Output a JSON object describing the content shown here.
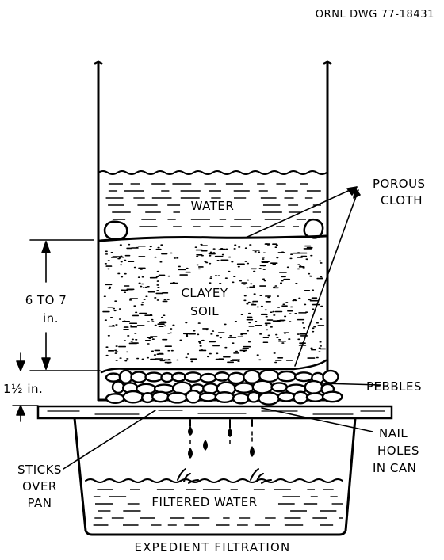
{
  "drawing_number": "ORNL DWG 77-18431",
  "caption": "EXPEDIENT FILTRATION",
  "labels": {
    "water": "WATER",
    "soil_line1": "CLAYEY",
    "soil_line2": "SOIL",
    "porous_line1": "POROUS",
    "porous_line2": "CLOTH",
    "pebbles": "PEBBLES",
    "nail_line1": "NAIL",
    "nail_line2": "HOLES",
    "nail_line3": "IN CAN",
    "sticks_line1": "STICKS",
    "sticks_line2": "OVER",
    "sticks_line3": "PAN",
    "filtered_water": "FILTERED WATER"
  },
  "dimensions": {
    "soil_depth_line1": "6 TO 7",
    "soil_depth_line2": "in.",
    "pebble_depth": "1½ in."
  }
}
